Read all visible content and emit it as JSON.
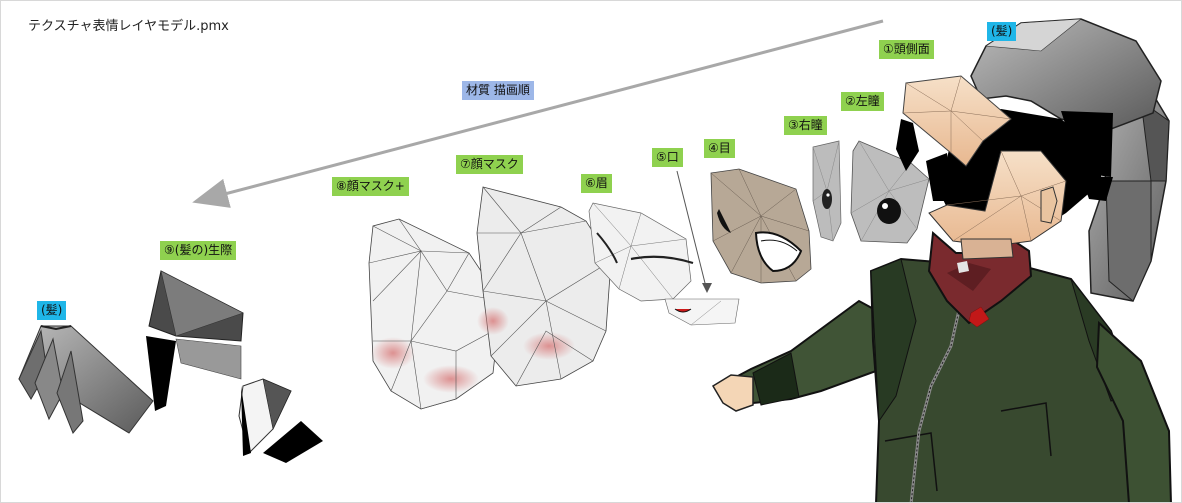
{
  "title": "テクスチャ表情レイヤモデル.pmx",
  "order_label": "材質 描画順",
  "labels": {
    "hair_right": "(髪)",
    "head_side": "①頭側面",
    "left_pupil": "②左瞳",
    "right_pupil": "③右瞳",
    "eye": "④目",
    "mouth": "⑤口",
    "eyebrow": "⑥眉",
    "face_mask": "⑦顔マスク",
    "face_mask_plus": "⑧顔マスク+",
    "hairline": "⑨(髪の)生際",
    "hair_left": "(髪)"
  },
  "colors": {
    "label_green": "#8fd14f",
    "label_cyan": "#1fb6e8",
    "label_blue": "#9db7e8",
    "jacket": "#3a4d33",
    "collar": "#7a2a2e",
    "skin": "#f2d2b0"
  }
}
